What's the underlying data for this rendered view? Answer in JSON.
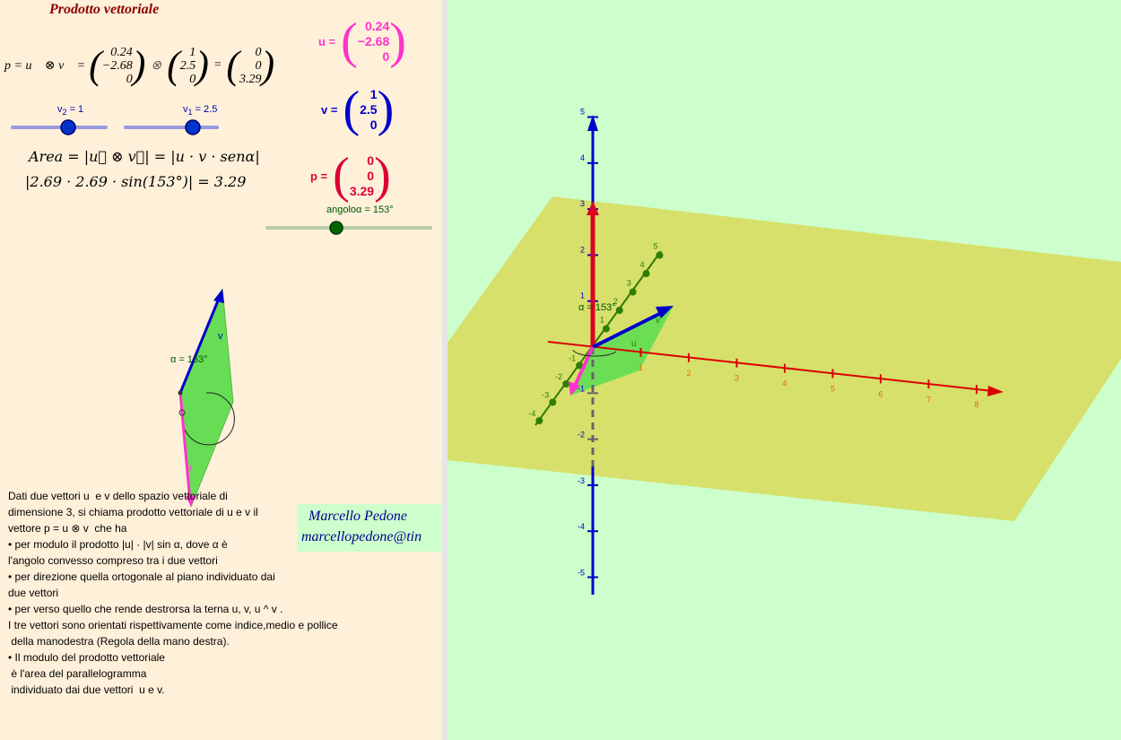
{
  "title": "Prodotto vettoriale",
  "formula": {
    "prefix": "p = u⃗ ⊗ v⃗ =",
    "u_vec": [
      "0.24",
      "−2.68",
      "0"
    ],
    "op": "⊗",
    "v_vec": [
      "1",
      "2.5",
      "0"
    ],
    "eq": "=",
    "p_vec": [
      "0",
      "0",
      "3.29"
    ]
  },
  "vectors": {
    "u": {
      "label": "u =",
      "values": [
        "0.24",
        "−2.68",
        "0"
      ],
      "color": "#ff33cc"
    },
    "v": {
      "label": "v =",
      "values": [
        "1",
        "2.5",
        "0"
      ],
      "color": "#0000cc"
    },
    "p": {
      "label": "p =",
      "values": [
        "0",
        "0",
        "3.29"
      ],
      "color": "#dd0033"
    }
  },
  "sliders": {
    "v2": {
      "label_main": "v",
      "label_sub": "2",
      "label_value": " = 1",
      "fraction": 0.59
    },
    "v1": {
      "label_main": "v",
      "label_sub": "1",
      "label_value": " = 2.5",
      "fraction": 0.64
    },
    "angolo": {
      "label": "angoloα = 153°",
      "fraction": 0.43
    }
  },
  "area": {
    "line1": "Area = |u⃗ ⊗ v⃗| = |u · v · senα|",
    "line2": "|2.69 · 2.69 · sin(153°)| = 3.29"
  },
  "diagram2d": {
    "alpha_label": "α = 153°",
    "v_label": "v",
    "u_label": "u"
  },
  "description": [
    "Dati due vettori u  e v dello spazio vettoriale di",
    "dimensione 3, si chiama prodotto vettoriale di u e v il",
    "vettore p = u ⊗ v  che ha",
    "• per modulo il prodotto |u| · |v| sin α, dove α è",
    "l'angolo convesso compreso tra i due vettori",
    "• per direzione quella ortogonale al piano individuato dai",
    "due vettori",
    "• per verso quello che rende destrorsa la terna u, v, u ^ v .",
    "I tre vettori sono orientati rispettivamente come indice,medio e pollice",
    " della manodestra (Regola della mano destra).",
    "• Il modulo del prodotto vettoriale",
    " è l'area del parallelogramma",
    " individuato dai due vettori  u e v."
  ],
  "signature": {
    "name": "Marcello Pedone",
    "email": "marcellopedone@tin"
  },
  "view3d": {
    "alpha_label": "α = 153°",
    "u_label": "u",
    "v_label": "v",
    "x_ticks": [
      "1",
      "2",
      "3",
      "4",
      "5",
      "6",
      "7",
      "8"
    ],
    "y_ticks": [
      "1",
      "2",
      "3",
      "4",
      "5"
    ],
    "y_neg_ticks": [
      "-1",
      "-2",
      "-3",
      "-4"
    ],
    "z_ticks": [
      "1",
      "2",
      "3",
      "4",
      "5"
    ],
    "z_neg_ticks": [
      "-1",
      "-2",
      "-3",
      "-4",
      "-5"
    ]
  },
  "colors": {
    "panel_left": "#fff0d9",
    "panel_right": "#ccffcc",
    "plane": "#d6e06b",
    "parallelogram": "#66dd55",
    "z_axis": "#0000cc",
    "x_axis": "#dd0000",
    "y_axis": "#2e7d00"
  }
}
